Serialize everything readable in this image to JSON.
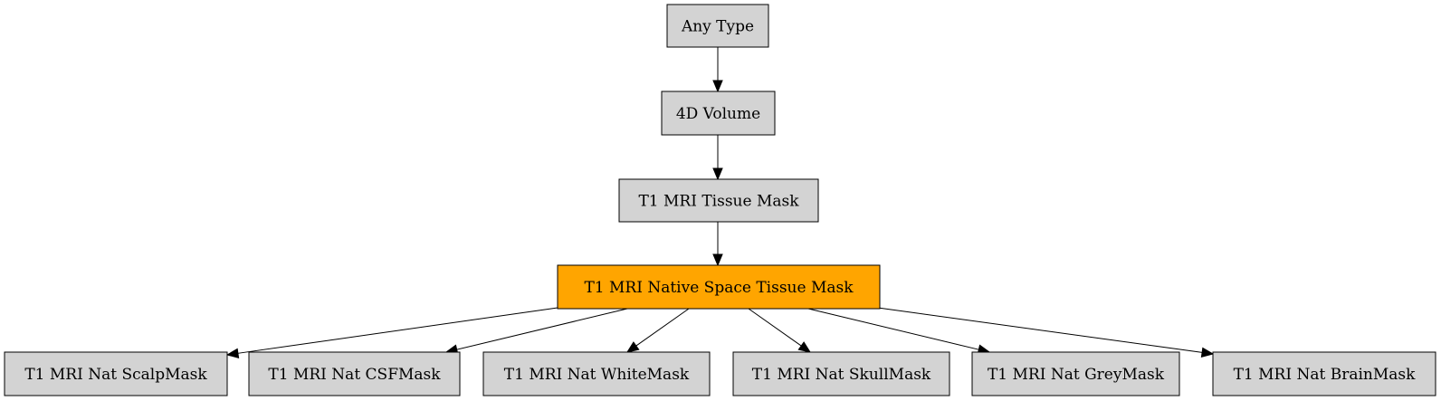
{
  "diagram": {
    "colors": {
      "default_fill": "#d3d3d3",
      "highlight_fill": "#ffa500",
      "stroke": "#000000"
    },
    "nodes": [
      {
        "id": "any-type",
        "label": "Any Type",
        "highlight": false
      },
      {
        "id": "4d-volume",
        "label": "4D Volume",
        "highlight": false
      },
      {
        "id": "t1-mri-tissue-mask",
        "label": "T1 MRI Tissue Mask",
        "highlight": false
      },
      {
        "id": "t1-mri-native-space-tissue-mask",
        "label": "T1 MRI Native Space Tissue Mask",
        "highlight": true
      },
      {
        "id": "t1-mri-nat-scalpmask",
        "label": "T1 MRI Nat ScalpMask",
        "highlight": false
      },
      {
        "id": "t1-mri-nat-csfmask",
        "label": "T1 MRI Nat CSFMask",
        "highlight": false
      },
      {
        "id": "t1-mri-nat-whitemask",
        "label": "T1 MRI Nat WhiteMask",
        "highlight": false
      },
      {
        "id": "t1-mri-nat-skullmask",
        "label": "T1 MRI Nat SkullMask",
        "highlight": false
      },
      {
        "id": "t1-mri-nat-greymask",
        "label": "T1 MRI Nat GreyMask",
        "highlight": false
      },
      {
        "id": "t1-mri-nat-brainmask",
        "label": "T1 MRI Nat BrainMask",
        "highlight": false
      }
    ],
    "edges": [
      {
        "from": "any-type",
        "to": "4d-volume"
      },
      {
        "from": "4d-volume",
        "to": "t1-mri-tissue-mask"
      },
      {
        "from": "t1-mri-tissue-mask",
        "to": "t1-mri-native-space-tissue-mask"
      },
      {
        "from": "t1-mri-native-space-tissue-mask",
        "to": "t1-mri-nat-scalpmask"
      },
      {
        "from": "t1-mri-native-space-tissue-mask",
        "to": "t1-mri-nat-csfmask"
      },
      {
        "from": "t1-mri-native-space-tissue-mask",
        "to": "t1-mri-nat-whitemask"
      },
      {
        "from": "t1-mri-native-space-tissue-mask",
        "to": "t1-mri-nat-skullmask"
      },
      {
        "from": "t1-mri-native-space-tissue-mask",
        "to": "t1-mri-nat-greymask"
      },
      {
        "from": "t1-mri-native-space-tissue-mask",
        "to": "t1-mri-nat-brainmask"
      }
    ]
  }
}
